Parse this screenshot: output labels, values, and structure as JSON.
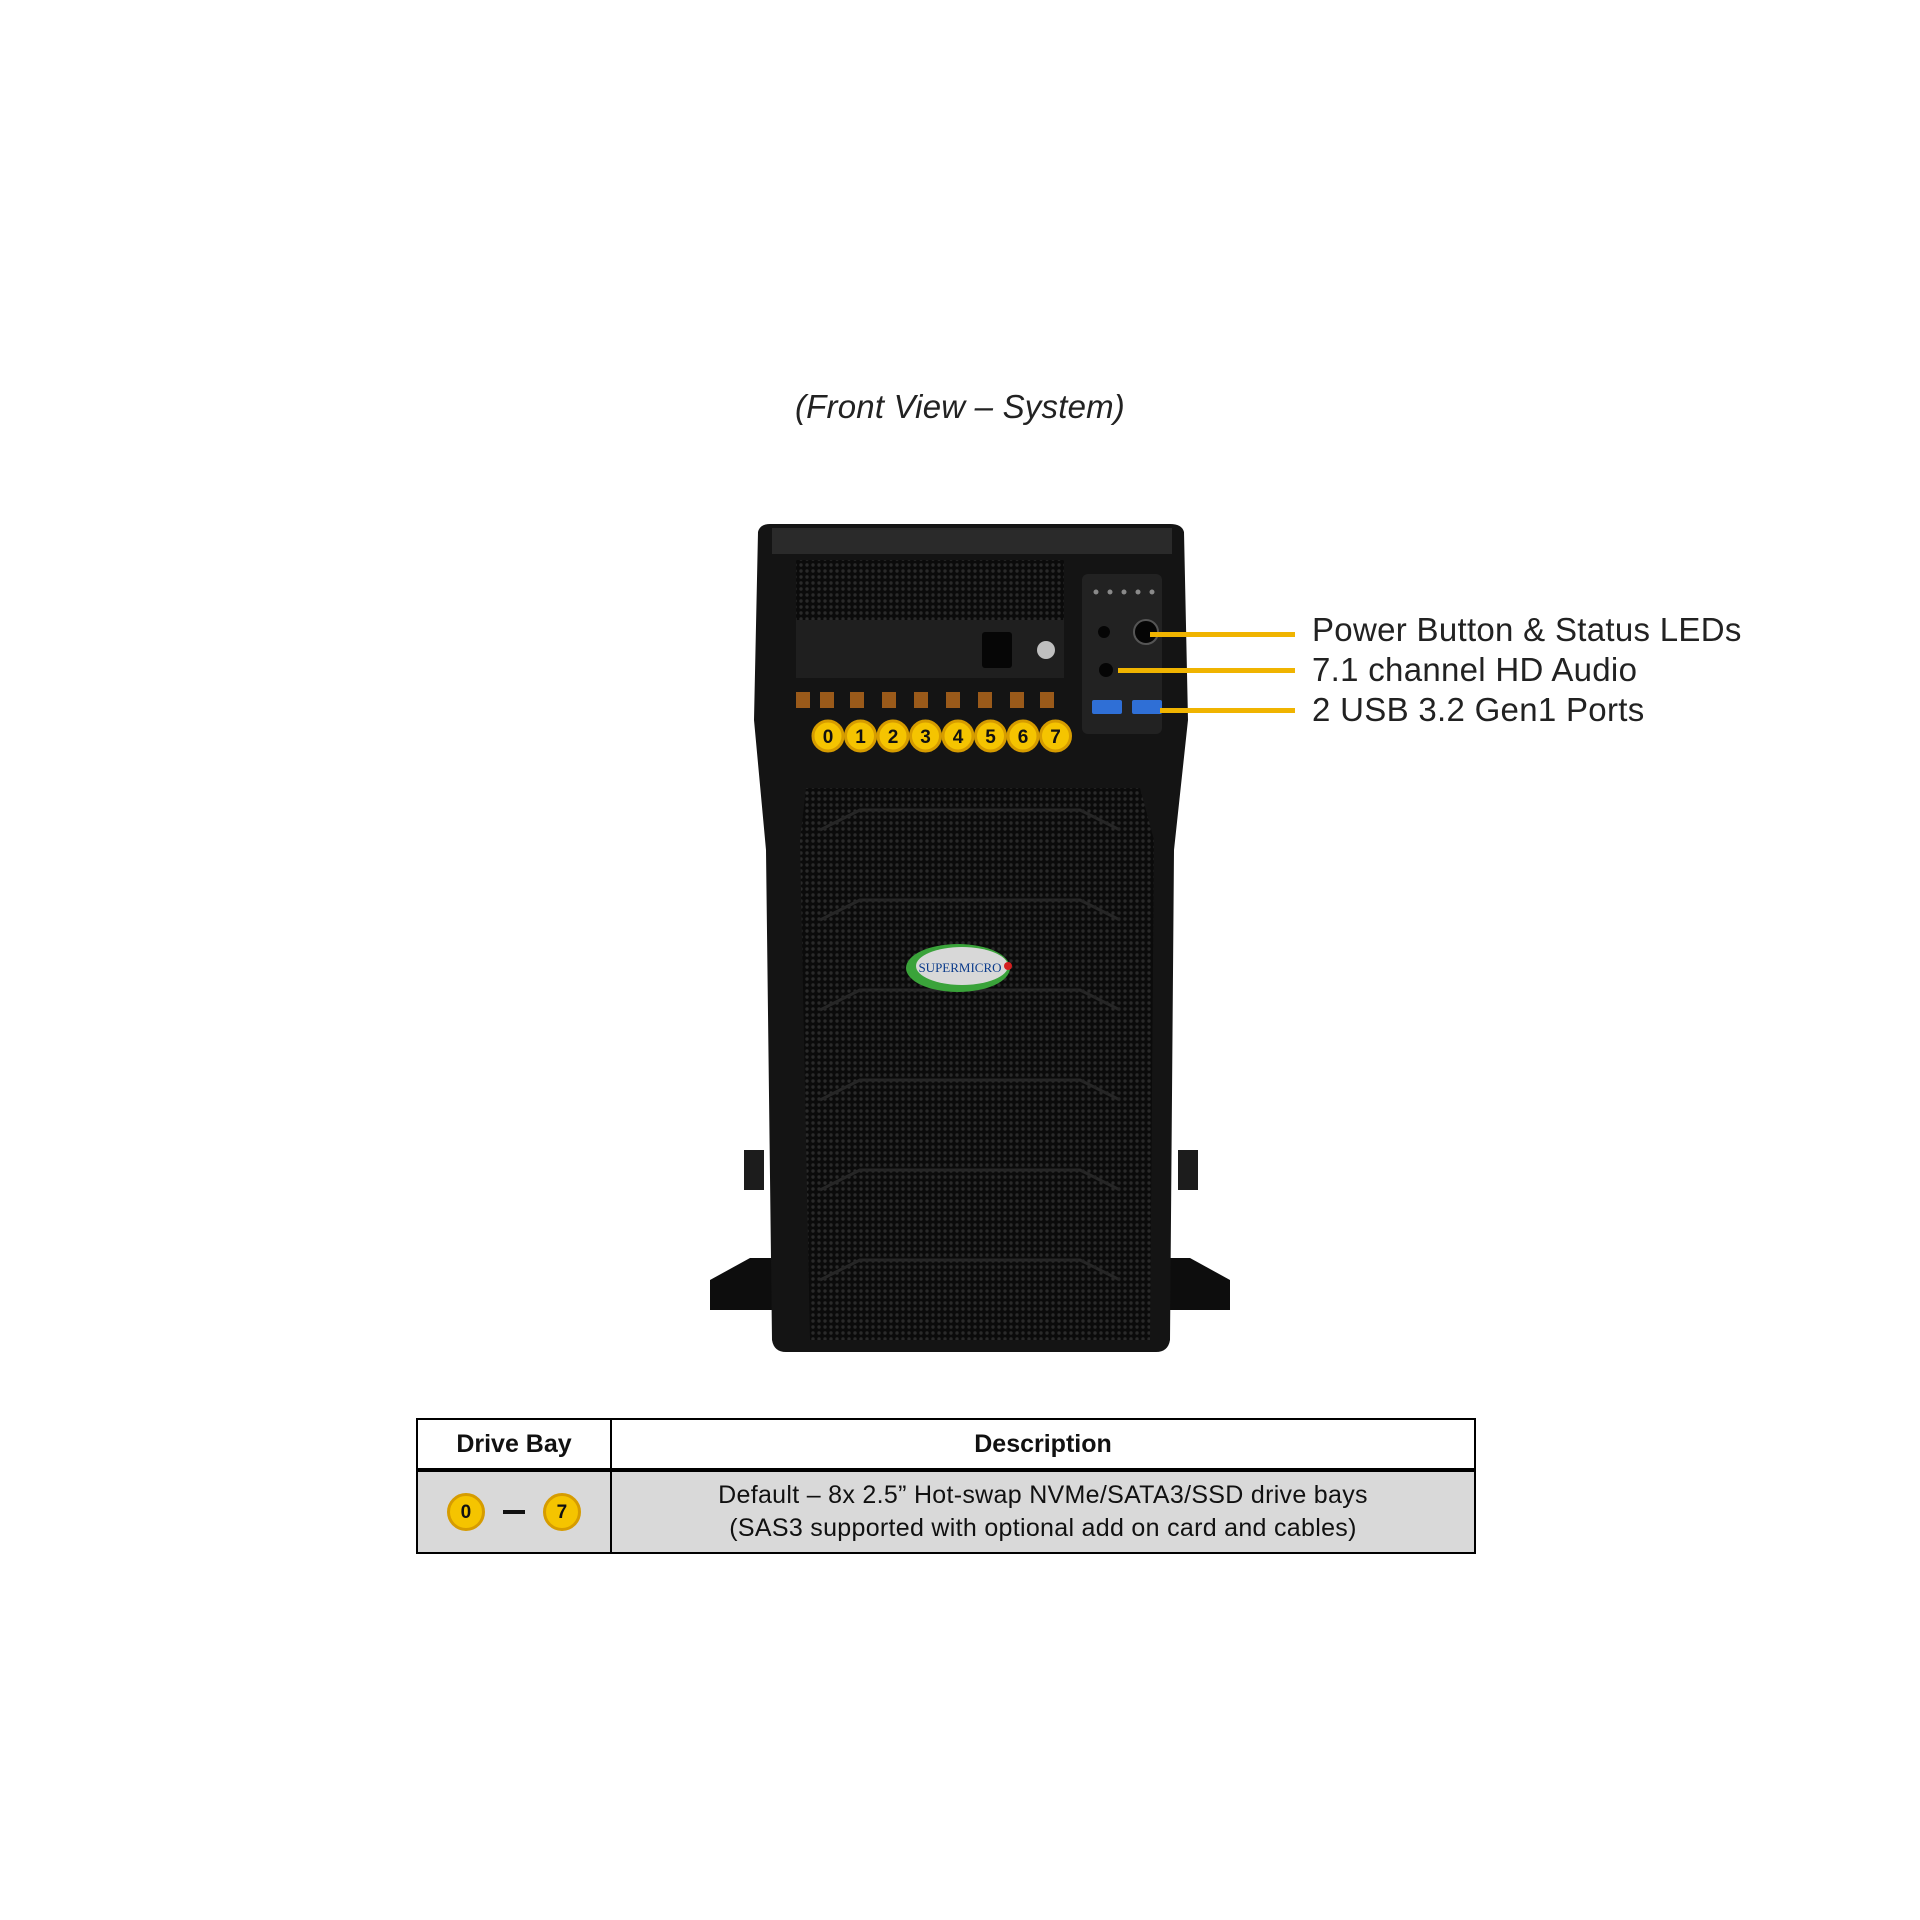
{
  "caption": "(Front View – System)",
  "logo_text": "SUPERMICRO",
  "drive_bays": [
    "0",
    "1",
    "2",
    "3",
    "4",
    "5",
    "6",
    "7"
  ],
  "callouts": [
    {
      "label": "Power Button & Status LEDs"
    },
    {
      "label": "7.1 channel HD Audio"
    },
    {
      "label": "2 USB 3.2 Gen1 Ports"
    }
  ],
  "table": {
    "headers": {
      "drive_bay": "Drive Bay",
      "description": "Description"
    },
    "row": {
      "range_start": "0",
      "range_end": "7",
      "description_line1": "Default – 8x 2.5” Hot-swap NVMe/SATA3/SSD drive bays",
      "description_line2": "(SAS3 supported with optional add on card and cables)"
    }
  },
  "colors": {
    "badge": "#f5c400",
    "badge_border": "#d69c00",
    "callout_line": "#f0b400",
    "chassis": "#141414"
  }
}
